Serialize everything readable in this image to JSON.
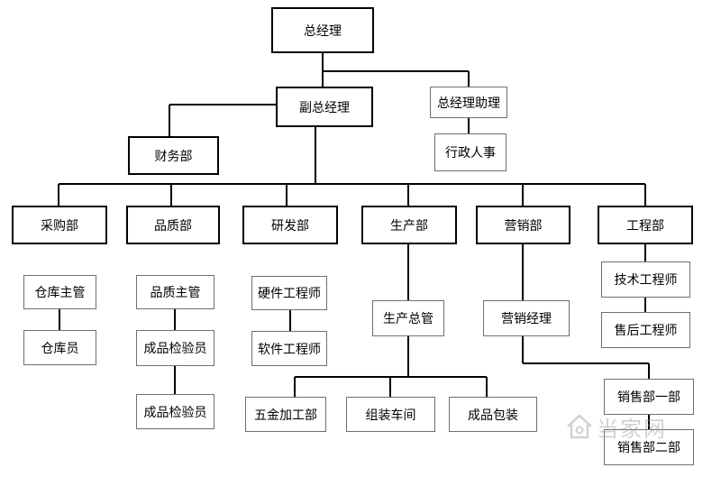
{
  "org_chart": {
    "nodes": {
      "gm": "总经理",
      "deputy_gm": "副总经理",
      "gm_assistant": "总经理助理",
      "admin_hr": "行政人事",
      "finance": "财务部",
      "purchasing": "采购部",
      "quality": "品质部",
      "rnd": "研发部",
      "production": "生产部",
      "marketing": "营销部",
      "engineering": "工程部",
      "warehouse_supervisor": "仓库主管",
      "warehouse_clerk": "仓库员",
      "quality_supervisor": "品质主管",
      "product_inspector_1": "成品检验员",
      "product_inspector_2": "成品检验员",
      "hardware_engineer": "硬件工程师",
      "software_engineer": "软件工程师",
      "production_manager": "生产总管",
      "hardware_processing": "五金加工部",
      "assembly_workshop": "组装车间",
      "product_packaging": "成品包装",
      "marketing_manager": "营销经理",
      "sales_dept_1": "销售部一部",
      "sales_dept_2": "销售部二部",
      "tech_engineer": "技术工程师",
      "aftersales_engineer": "售后工程师"
    }
  },
  "watermark": {
    "text": "当家网",
    "icon": "house-logo-icon"
  }
}
